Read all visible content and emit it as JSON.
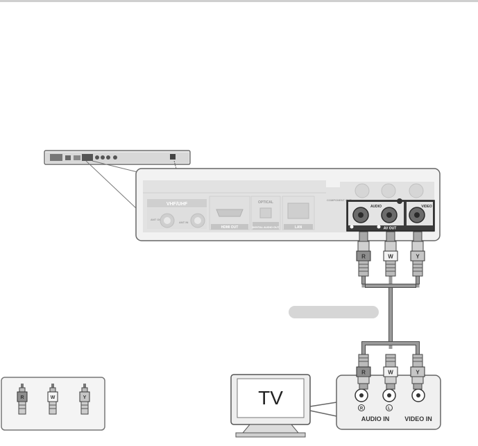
{
  "panel": {
    "vhf_uhf": "VHF/UHF",
    "ant_in": "ANT IN",
    "ant_out": "ANT OUT",
    "hdmi_out": "HDMI OUT",
    "optical": "OPTICAL",
    "digital_audio_out": "DIGITAL AUDIO OUT",
    "lan": "LAN",
    "component_out": "COMPONENT OUT",
    "audio": "AUDIO",
    "video": "VIDEO",
    "av_out": "AV OUT"
  },
  "plugs": {
    "red": "R",
    "white": "W",
    "yellow": "Y"
  },
  "tv": {
    "screen_text": "TV",
    "audio_in": "AUDIO IN",
    "video_in": "VIDEO IN",
    "right_mark": "R",
    "left_mark": "L"
  }
}
